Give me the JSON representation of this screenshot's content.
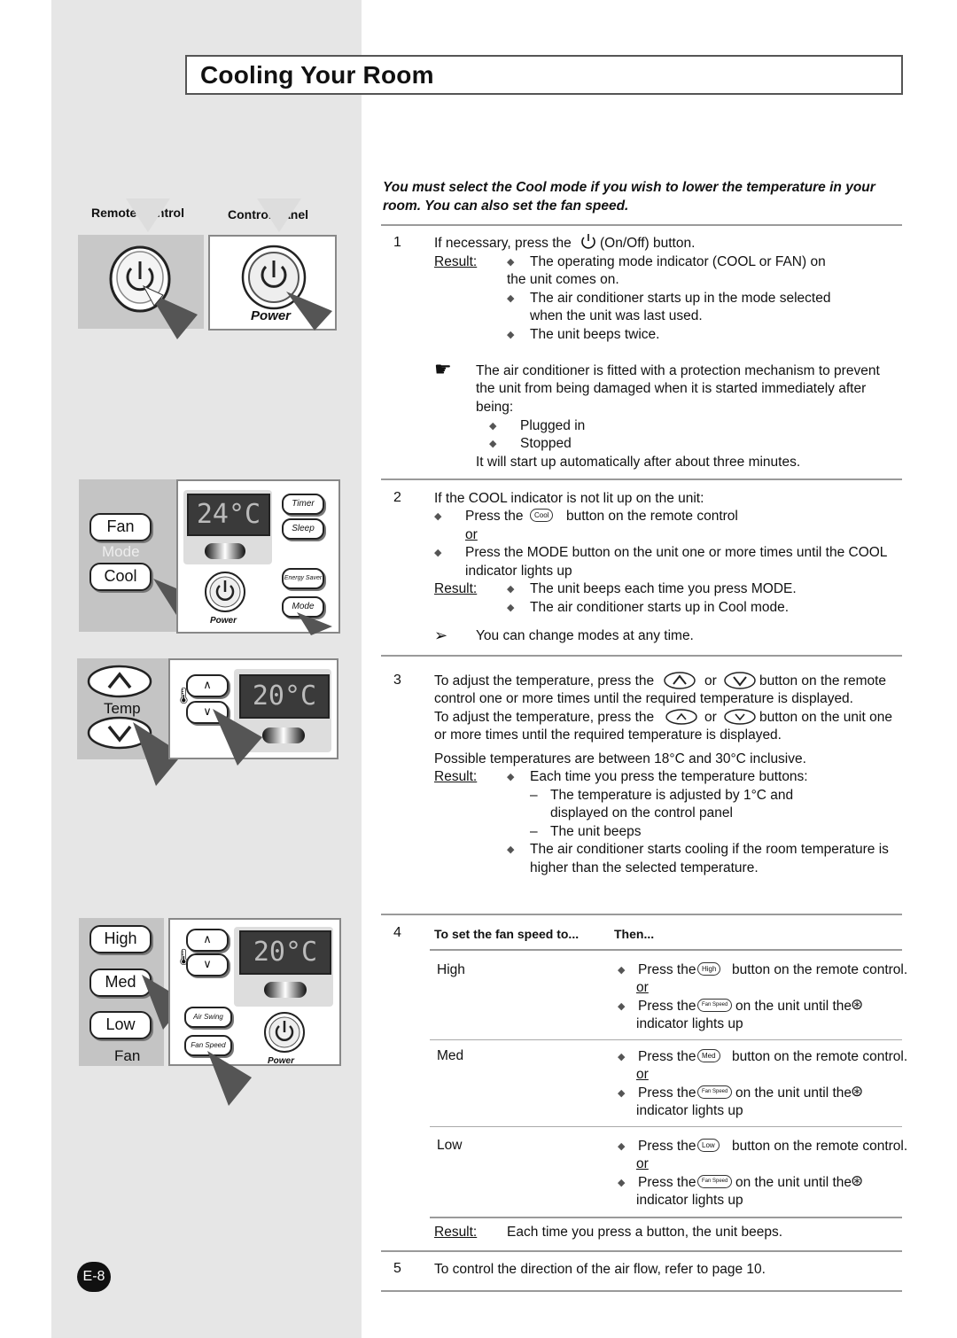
{
  "page": {
    "title": "Cooling Your Room",
    "page_number": "E-8"
  },
  "left": {
    "remote_control_label": "Remote Control",
    "control_panel_label": "Control Panel",
    "power_label": "Power",
    "fan_label": "Fan",
    "mode_label": "Mode",
    "cool_label": "Cool",
    "timer_label": "Timer",
    "sleep_label": "Sleep",
    "energy_saver_label": "Energy Saver",
    "mode_button_label": "Mode",
    "power_small_label": "Power",
    "temp_label": "Temp",
    "high_label": "High",
    "med_label": "Med",
    "low_label": "Low",
    "fan_label2": "Fan",
    "air_swing_label": "Air Swing",
    "fan_speed_label": "Fan Speed",
    "power_small_label2": "Power",
    "lcd1": "24°C",
    "lcd2": "20°C",
    "lcd3": "20°C"
  },
  "intro": {
    "line1": "You must select the Cool mode if you wish to lower the temperature in your",
    "line2": "room. You can also set the fan speed."
  },
  "step1": {
    "num": "1",
    "line1a": "If necessary, press the",
    "line1b": "(On/Off) button.",
    "result": "Result:",
    "b1a": "The operating mode indicator (COOL or FAN) on",
    "b1b": "the unit comes on.",
    "b2a": "The air conditioner starts up in the mode selected",
    "b2b": "when the unit was last used.",
    "b3": "The unit beeps twice.",
    "note1": "The air conditioner is fitted with a protection mechanism to prevent",
    "note2": "the unit from being damaged when it is started immediately after",
    "note3": "being:",
    "nb1": "Plugged in",
    "nb2": "Stopped",
    "note4": "It will start up automatically after about three minutes."
  },
  "step2": {
    "num": "2",
    "line1": "If the COOL indicator is not lit up on the unit:",
    "b1a": "Press the",
    "cool_btn": "Cool",
    "b1b": "button on the remote control",
    "or": "or",
    "b2a": "Press the MODE button on the unit one or more times until the COOL",
    "b2b": "indicator lights up",
    "result": "Result:",
    "r1": "The unit beeps each time you press MODE.",
    "r2": "The air conditioner starts up in Cool mode.",
    "tip": "You can change modes at any time."
  },
  "step3": {
    "num": "3",
    "l1a": "To adjust the temperature, press the",
    "l1b": "or",
    "l1c": "button on the remote",
    "l2": "control one or more times until the required temperature is displayed.",
    "l3a": "To adjust the temperature, press the",
    "l3b": "or",
    "l3c": "button on the unit one",
    "l4": "or more times until the required temperature is displayed.",
    "l5": "Possible temperatures are between 18°C and 30°C inclusive.",
    "result": "Result:",
    "r1": "Each time you press the temperature buttons:",
    "d1a": "The temperature is adjusted by 1°C and",
    "d1b": "displayed on the control panel",
    "d2": "The unit beeps",
    "r2a": "The air conditioner starts cooling if the room temperature is",
    "r2b": "higher than the selected temperature."
  },
  "step4": {
    "num": "4",
    "col1": "To set the fan speed to...",
    "col2": "Then...",
    "rows": [
      {
        "speed": "High",
        "btn": "High"
      },
      {
        "speed": "Med",
        "btn": "Med"
      },
      {
        "speed": "Low",
        "btn": "Low"
      }
    ],
    "press_the": "Press the",
    "remote_suffix": "button on the remote control.",
    "or": "or",
    "fan_speed_btn": "Fan Speed",
    "unit_suffix": "on the unit until the",
    "indicator": "indicator lights up",
    "result": "Result:",
    "result_text": "Each time you press a button, the unit beeps."
  },
  "step5": {
    "num": "5",
    "text": "To control the direction of the air flow, refer to page 10."
  }
}
